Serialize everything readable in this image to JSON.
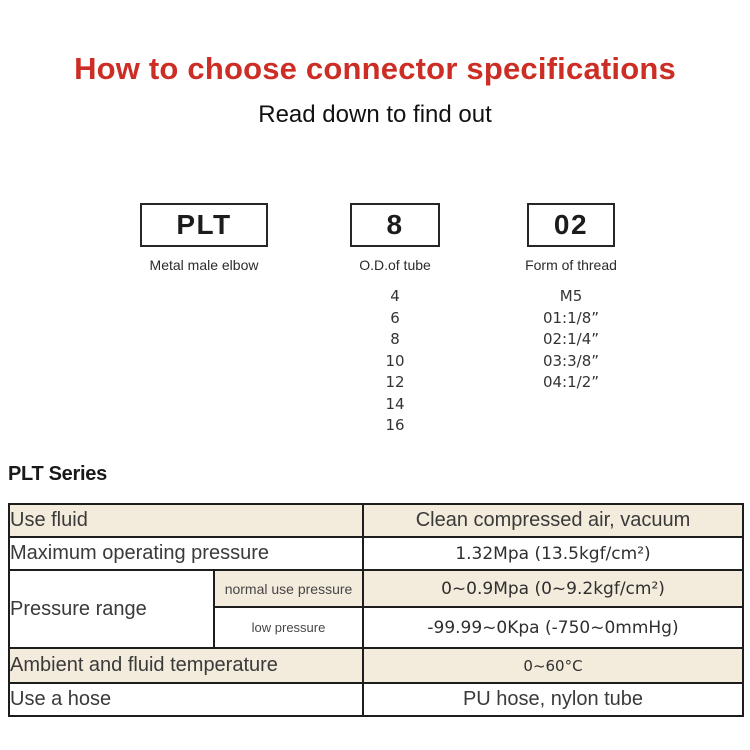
{
  "page": {
    "title": "How to choose connector specifications",
    "subtitle": "Read down to find out"
  },
  "selector": {
    "columns": [
      {
        "code": "PLT",
        "label": "Metal male elbow",
        "options": []
      },
      {
        "code": "8",
        "label": "O.D.of tube",
        "options": [
          "4",
          "6",
          "8",
          "10",
          "12",
          "14",
          "16"
        ]
      },
      {
        "code": "02",
        "label": "Form of thread",
        "options": [
          "M5",
          "01:1/8”",
          "02:1/4”",
          "03:3/8”",
          "04:1/2”"
        ]
      }
    ]
  },
  "series": {
    "heading": "PLT Series"
  },
  "spec_table": {
    "rows": [
      {
        "label": "Use fluid",
        "value": "Clean compressed air, vacuum"
      },
      {
        "label": "Maximum operating pressure",
        "value": "1.32Mpa (13.5kgf/cm²)"
      },
      {
        "label": "Pressure range",
        "sub_label": "normal use pressure",
        "value": "0~0.9Mpa (0~9.2kgf/cm²)"
      },
      {
        "sub_label": "low pressure",
        "value": "-99.99~0Kpa (-750~0mmHg)"
      },
      {
        "label": "Ambient and fluid temperature",
        "value": "0~60°C"
      },
      {
        "label": "Use a hose",
        "value": "PU hose, nylon tube"
      }
    ]
  },
  "colors": {
    "title_red": "#cc2d25",
    "row_beige": "#f3ebdb",
    "table_border": "#1d1d1d"
  }
}
